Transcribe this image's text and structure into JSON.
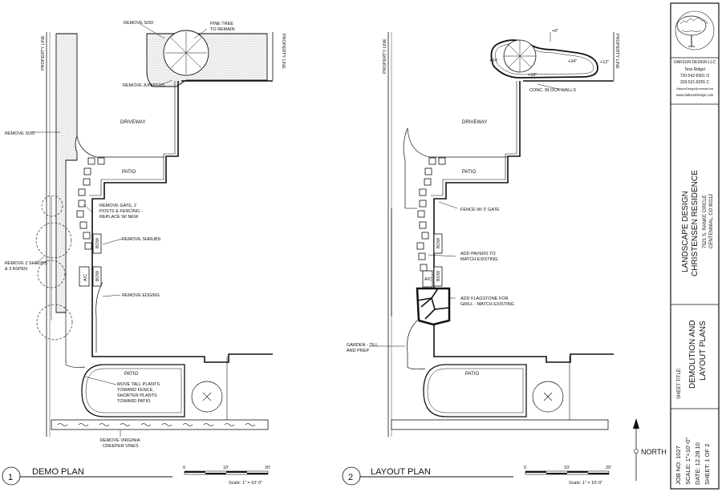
{
  "demo_plan": {
    "number": "1",
    "title": "DEMO PLAN",
    "scale_note": "Scale: 1\" = 10'-0\"",
    "scale_ticks": [
      "0",
      "10'",
      "20'"
    ],
    "labels": {
      "property_line_left": "PROPERTY LINE",
      "property_line_right": "PROPERTY LINE",
      "driveway": "DRIVEWAY",
      "patio_upper": "PATIO",
      "patio_lower": "PATIO",
      "bow1": "BOW",
      "bow2": "BOW",
      "ac": "A/C"
    },
    "notes": {
      "remove_sod_top": "REMOVE SOD",
      "pine_tree_1": "PINE TREE",
      "pine_tree_2": "TO REMAIN",
      "remove_junipers": "REMOVE JUNIPERS",
      "remove_sod_left": "REMOVE SOD",
      "remove_gate_1": "REMOVE GATE, 2",
      "remove_gate_2": "POSTS & FENCING -",
      "remove_gate_3": "REPLACE W/ NEW",
      "remove_shrubs": "REMOVE SHRUBS",
      "remove_2_shrubs_1": "REMOVE 2 SHRUBS",
      "remove_2_shrubs_2": "& 3 ASPEN",
      "remove_edging": "REMOVE EDGING",
      "move_tall_1": "MOVE TALL PLANTS",
      "move_tall_2": "TOWARD FENCE,",
      "move_tall_3": "SHORTER PLANTS",
      "move_tall_4": "TOWARD PATIO",
      "remove_virginia_1": "REMOVE VIRGINIA",
      "remove_virginia_2": "CREEPER VINES"
    }
  },
  "layout_plan": {
    "number": "2",
    "title": "LAYOUT PLAN",
    "scale_note": "Scale: 1\" = 10'-0\"",
    "scale_ticks": [
      "0",
      "10'",
      "20'"
    ],
    "labels": {
      "property_line_left": "PROPERTY LINE",
      "property_line_right": "PROPERTY LINE",
      "driveway": "DRIVEWAY",
      "patio_upper": "PATIO",
      "patio_lower": "PATIO",
      "bow1": "BOW",
      "bow2": "BOW",
      "ac": "A/C",
      "dim_top": "+0\"",
      "dim_left": "+24\"",
      "dim_mid": "+24\"",
      "dim_bottom": "+18\"",
      "dim_right": "+12\""
    },
    "notes": {
      "block_walls": "CONC. BLOCK WALLS",
      "fence_gate": "FENCE W/ 3' GATE",
      "pavers_1": "ADD PAVERS TO",
      "pavers_2": "MATCH EXISTING",
      "flagstone_1": "ADD FLAGSTONE FOR",
      "flagstone_2": "GRILL - MATCH EXISTING",
      "garden_1": "GARDEN - TILL",
      "garden_2": "AND PREP"
    }
  },
  "title_block": {
    "company": "OAKSUN DESIGN LLC",
    "person": "Tess Ridgel",
    "phone_o": "720-542-8301 O",
    "phone_c": "303-521-8255 C",
    "email": "OaksunDesign@comcast.net",
    "website": "www.OaksunDesign.com",
    "project_1": "LANDSCAPE DESIGN",
    "project_2": "CHRISTENSEN RESIDENCE",
    "address_1": "7521 S. RANKE CIRCLE",
    "address_2": "CENTENNIAL, CO 80112",
    "sheet_title_label": "SHEET TITLE:",
    "sheet_title_1": "DEMOLITION AND",
    "sheet_title_2": "LAYOUT PLANS",
    "job_no": "JOB NO: 1027",
    "scale": "SCALE: 1\"=10'-0\"",
    "date": "DATE: 12.28.10",
    "sheet": "SHEET: 1 OF 2"
  },
  "north_label": "NORTH"
}
